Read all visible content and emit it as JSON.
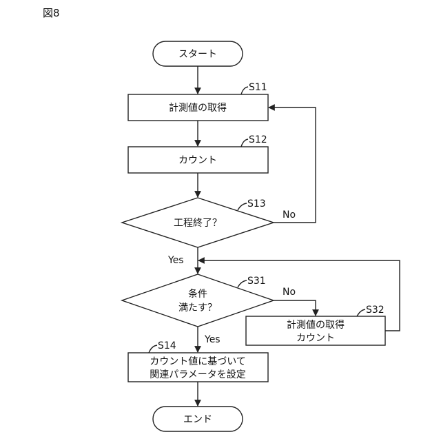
{
  "figure_label": "図8",
  "nodes": {
    "start": "スタート",
    "get_values_1": "計測値の取得",
    "count": "カウント",
    "process_done": "工程終了？",
    "condition_line1": "条件",
    "condition_line2": "満たす？",
    "get_values_2_line1": "計測値の取得",
    "get_values_2_line2": "カウント",
    "set_params_line1": "カウント値に基づいて",
    "set_params_line2": "関連パラメータを設定",
    "end": "エンド"
  },
  "steps": {
    "s11": "S11",
    "s12": "S12",
    "s13": "S13",
    "s31": "S31",
    "s32": "S32",
    "s14": "S14"
  },
  "edges": {
    "s13_no": "No",
    "s13_yes": "Yes",
    "s31_no": "No",
    "s31_yes": "Yes"
  }
}
